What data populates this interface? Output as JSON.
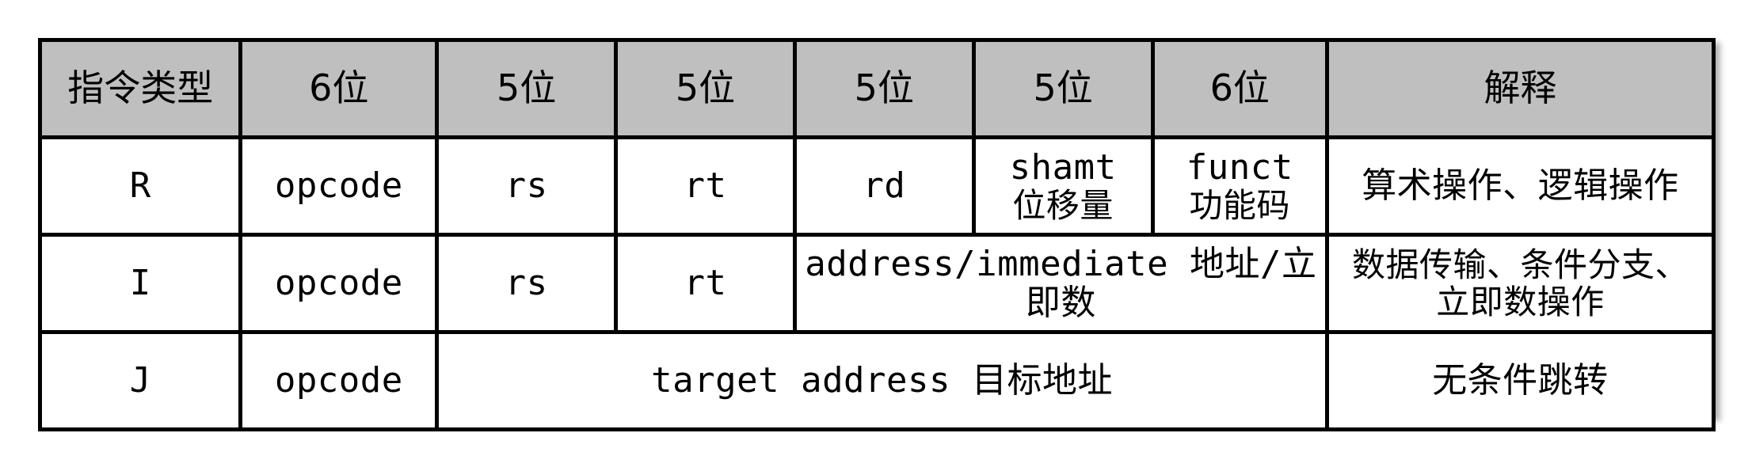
{
  "figure": {
    "kind": "mips-instruction-format-table",
    "background_color": "#ffffff",
    "border_color": "#000000",
    "header_fill": "#bfbfbf",
    "cell_fill": "#ffffff"
  },
  "table": {
    "columns": [
      {
        "key": "type",
        "header": "指令类型"
      },
      {
        "key": "bits6a",
        "header": "6位"
      },
      {
        "key": "bits5a",
        "header": "5位"
      },
      {
        "key": "bits5b",
        "header": "5位"
      },
      {
        "key": "bits5c",
        "header": "5位"
      },
      {
        "key": "bits5d",
        "header": "5位"
      },
      {
        "key": "bits6b",
        "header": "6位"
      },
      {
        "key": "explain",
        "header": "解释"
      }
    ],
    "rows": [
      {
        "name": "row-r",
        "type": "R",
        "opcode": "opcode",
        "rs": "rs",
        "rt": "rt",
        "rd": "rd",
        "shamt_en": "shamt",
        "shamt_zh": "位移量",
        "funct_en": "funct",
        "funct_zh": "功能码",
        "explain_line1": "算术操作、逻辑操作"
      },
      {
        "name": "row-i",
        "type": "I",
        "opcode": "opcode",
        "rs": "rs",
        "rt": "rt",
        "immediate": "address/immediate 地址/立即数",
        "explain_line1": "数据传输、条件分支、",
        "explain_line2": "立即数操作"
      },
      {
        "name": "row-j",
        "type": "J",
        "opcode": "opcode",
        "target": "target address 目标地址",
        "explain_line1": "无条件跳转"
      }
    ]
  }
}
